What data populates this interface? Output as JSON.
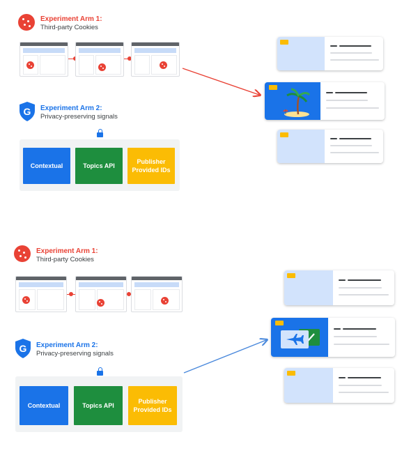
{
  "colors": {
    "cookie_red": "#e94235",
    "contextual_blue": "#1a73e8",
    "topics_green": "#1e8e3e",
    "publisher_yellow": "#fbbc04",
    "ad_placeholder": "#d2e3fc",
    "arrow_red": "#e94235",
    "arrow_blue": "#4a89dc"
  },
  "scenarios": [
    {
      "arm1": {
        "title": "Experiment Arm 1:",
        "subtitle": "Third-party Cookies",
        "icon": "cookie-icon"
      },
      "arm2": {
        "title": "Experiment Arm 2:",
        "subtitle": "Privacy-preserving signals",
        "icon": "g-shield-icon"
      },
      "signals": [
        {
          "label": "Contextual"
        },
        {
          "label": "Topics API"
        },
        {
          "label": "Publisher Provided IDs"
        }
      ],
      "featured_ad": {
        "icon": "palm-tree-beach-icon"
      }
    },
    {
      "arm1": {
        "title": "Experiment Arm 1:",
        "subtitle": "Third-party Cookies",
        "icon": "cookie-icon"
      },
      "arm2": {
        "title": "Experiment Arm 2:",
        "subtitle": "Privacy-preserving signals",
        "icon": "g-shield-icon"
      },
      "signals": [
        {
          "label": "Contextual"
        },
        {
          "label": "Topics API"
        },
        {
          "label": "Publisher Provided IDs"
        }
      ],
      "featured_ad": {
        "icon": "airplane-ticket-icon"
      }
    }
  ]
}
